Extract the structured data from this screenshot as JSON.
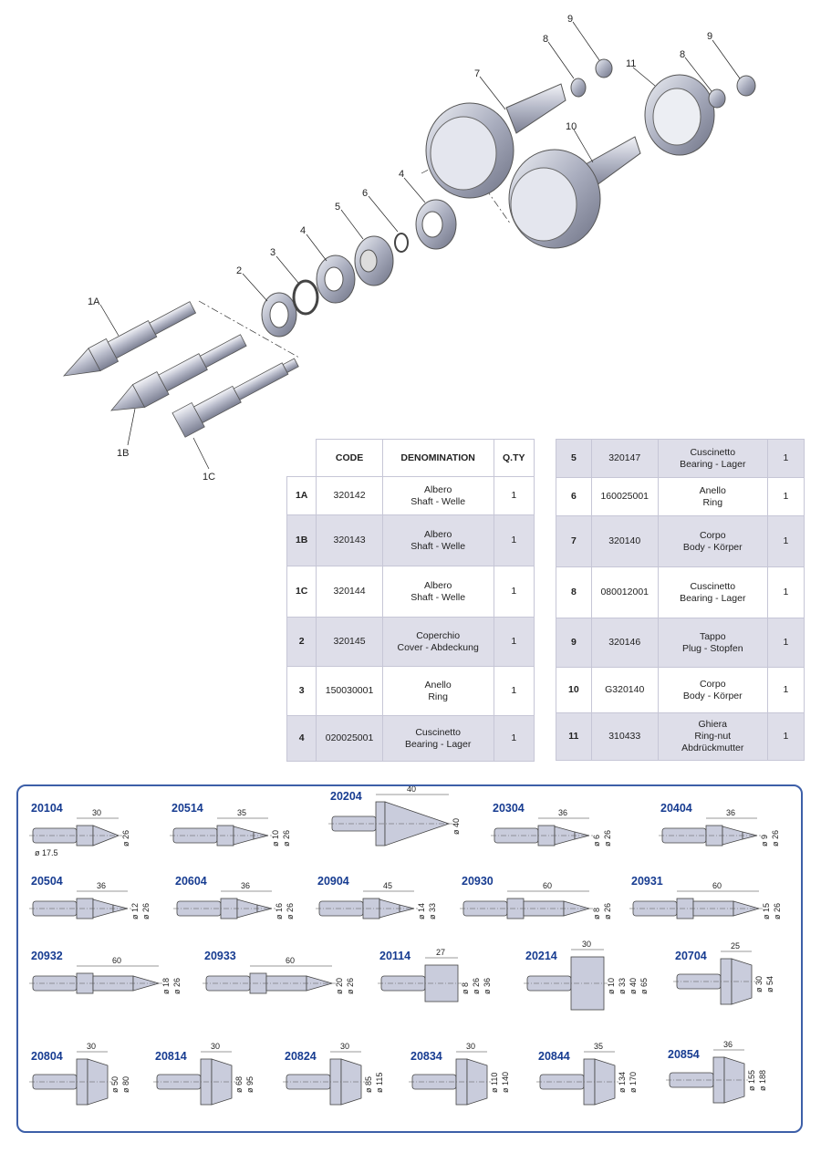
{
  "exploded_view": {
    "callouts": [
      {
        "id": "1A",
        "label": "1A"
      },
      {
        "id": "1B",
        "label": "1B"
      },
      {
        "id": "1C",
        "label": "1C"
      },
      {
        "id": "2",
        "label": "2"
      },
      {
        "id": "3",
        "label": "3"
      },
      {
        "id": "4a",
        "label": "4"
      },
      {
        "id": "5",
        "label": "5"
      },
      {
        "id": "6",
        "label": "6"
      },
      {
        "id": "4b",
        "label": "4"
      },
      {
        "id": "7",
        "label": "7"
      },
      {
        "id": "8a",
        "label": "8"
      },
      {
        "id": "9a",
        "label": "9"
      },
      {
        "id": "10",
        "label": "10"
      },
      {
        "id": "11",
        "label": "11"
      },
      {
        "id": "8b",
        "label": "8"
      },
      {
        "id": "9b",
        "label": "9"
      }
    ]
  },
  "parts_table": {
    "headers": {
      "code": "CODE",
      "denomination": "DENOMINATION",
      "qty": "Q.TY"
    },
    "left": [
      {
        "ref": "1A",
        "code": "320142",
        "it": "Albero",
        "tr": "Shaft - Welle",
        "qty": "1"
      },
      {
        "ref": "1B",
        "code": "320143",
        "it": "Albero",
        "tr": "Shaft - Welle",
        "qty": "1"
      },
      {
        "ref": "1C",
        "code": "320144",
        "it": "Albero",
        "tr": "Shaft - Welle",
        "qty": "1"
      },
      {
        "ref": "2",
        "code": "320145",
        "it": "Coperchio",
        "tr": "Cover - Abdeckung",
        "qty": "1"
      },
      {
        "ref": "3",
        "code": "150030001",
        "it": "Anello",
        "tr": "Ring",
        "qty": "1"
      },
      {
        "ref": "4",
        "code": "020025001",
        "it": "Cuscinetto",
        "tr": "Bearing - Lager",
        "qty": "1"
      }
    ],
    "right": [
      {
        "ref": "5",
        "code": "320147",
        "it": "Cuscinetto",
        "tr": "Bearing - Lager",
        "qty": "1"
      },
      {
        "ref": "6",
        "code": "160025001",
        "it": "Anello",
        "tr": "Ring",
        "qty": "1"
      },
      {
        "ref": "7",
        "code": "320140",
        "it": "Corpo",
        "tr": "Body - Körper",
        "qty": "1"
      },
      {
        "ref": "8",
        "code": "080012001",
        "it": "Cuscinetto",
        "tr": "Bearing - Lager",
        "qty": "1"
      },
      {
        "ref": "9",
        "code": "320146",
        "it": "Tappo",
        "tr": "Plug - Stopfen",
        "qty": "1"
      },
      {
        "ref": "10",
        "code": "G320140",
        "it": "Corpo",
        "tr": "Body - Körper",
        "qty": "1"
      },
      {
        "ref": "11",
        "code": "310433",
        "it": "Ghiera",
        "tr": "Ring-nut",
        "tr2": "Abdrückmutter",
        "qty": "1"
      }
    ]
  },
  "catalog": [
    {
      "code": "20104",
      "type": "cone",
      "len": "30",
      "dia": [
        "ø 26"
      ],
      "extra": "ø 17.5"
    },
    {
      "code": "20514",
      "type": "point",
      "len": "35",
      "dia": [
        "ø 10",
        "ø 26"
      ]
    },
    {
      "code": "20204",
      "type": "bigcone",
      "len": "40",
      "dia": [
        "ø 40"
      ]
    },
    {
      "code": "20304",
      "type": "point",
      "len": "36",
      "dia": [
        "ø 6",
        "ø 26"
      ]
    },
    {
      "code": "20404",
      "type": "point",
      "len": "36",
      "dia": [
        "ø 9",
        "ø 26"
      ]
    },
    {
      "code": "20504",
      "type": "point",
      "len": "36",
      "dia": [
        "ø 12",
        "ø 26"
      ]
    },
    {
      "code": "20604",
      "type": "point",
      "len": "36",
      "dia": [
        "ø 16",
        "ø 26"
      ]
    },
    {
      "code": "20904",
      "type": "stub",
      "len": "45",
      "dia": [
        "ø 14",
        "ø 33"
      ]
    },
    {
      "code": "20930",
      "type": "long",
      "len": "60",
      "dia": [
        "ø 8",
        "ø 26"
      ]
    },
    {
      "code": "20931",
      "type": "long",
      "len": "60",
      "dia": [
        "ø 15",
        "ø 26"
      ]
    },
    {
      "code": "20932",
      "type": "long",
      "len": "60",
      "dia": [
        "ø 18",
        "ø 26"
      ]
    },
    {
      "code": "20933",
      "type": "long",
      "len": "60",
      "dia": [
        "ø 20",
        "ø 26"
      ]
    },
    {
      "code": "20114",
      "type": "bell",
      "len": "27",
      "dia": [
        "ø 8",
        "ø 26",
        "ø 36"
      ]
    },
    {
      "code": "20214",
      "type": "bigbell",
      "len": "30",
      "dia": [
        "ø 10",
        "ø 33",
        "ø 40",
        "ø 65"
      ]
    },
    {
      "code": "20704",
      "type": "flat",
      "len": "25",
      "dia": [
        "ø 30",
        "ø 54"
      ]
    },
    {
      "code": "20804",
      "type": "flat",
      "len": "30",
      "dia": [
        "ø 50",
        "ø 80"
      ]
    },
    {
      "code": "20814",
      "type": "flat",
      "len": "30",
      "dia": [
        "ø 68",
        "ø 95"
      ]
    },
    {
      "code": "20824",
      "type": "flat",
      "len": "30",
      "dia": [
        "ø 85",
        "ø 115"
      ]
    },
    {
      "code": "20834",
      "type": "flat",
      "len": "30",
      "dia": [
        "ø 110",
        "ø 140"
      ]
    },
    {
      "code": "20844",
      "type": "flat",
      "len": "35",
      "dia": [
        "ø 134",
        "ø 170"
      ]
    },
    {
      "code": "20854",
      "type": "flat",
      "len": "36",
      "dia": [
        "ø 155",
        "ø 188"
      ]
    }
  ]
}
